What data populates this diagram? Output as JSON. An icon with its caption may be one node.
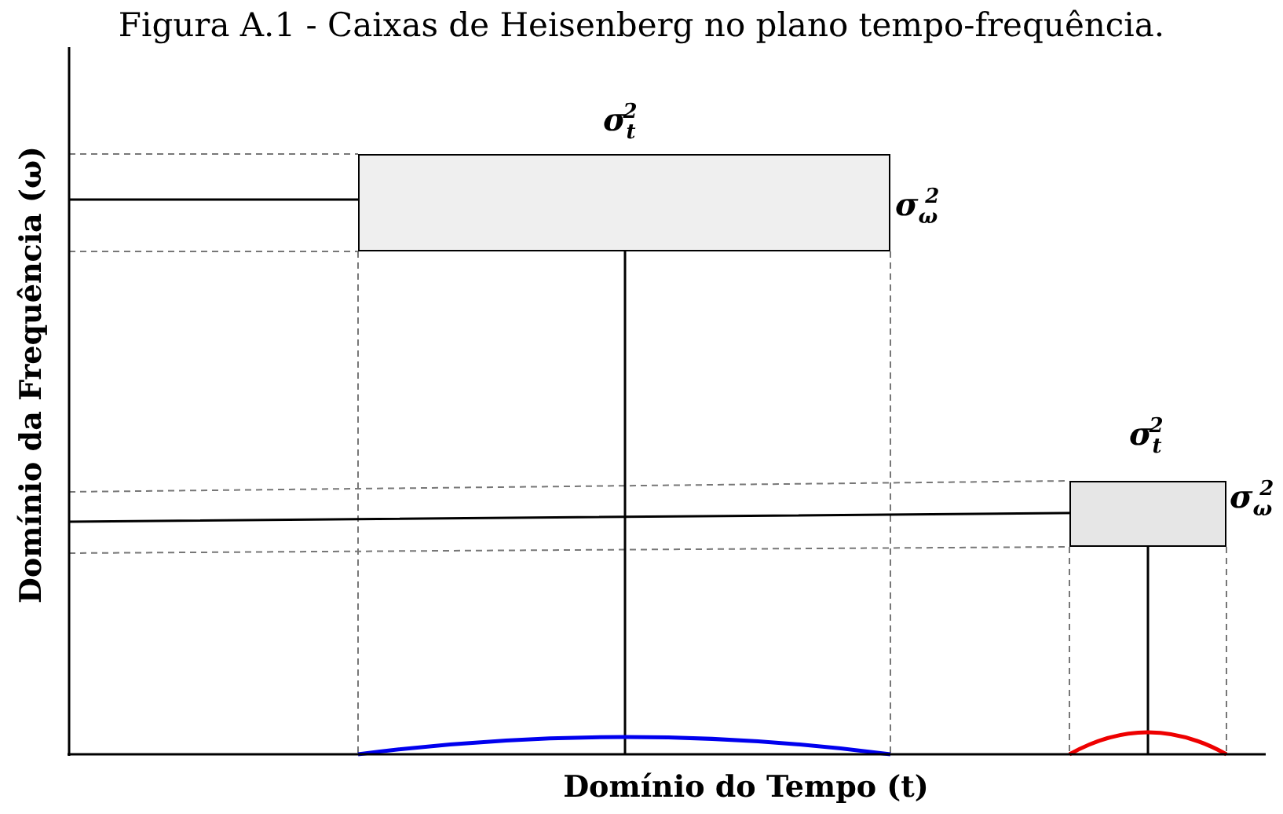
{
  "diagram": {
    "title": "Figura A.1 - Caixas de Heisenberg no plano tempo-frequência.",
    "nodes": [
      {
        "text": [],
        "shape": "box",
        "beside": [
          "σ$_{t}$$^{2}$",
          "σ$_{ω}$$^{2}$"
        ]
      },
      {
        "text": [],
        "shape": "box",
        "beside": [
          "σ$_{t}$$^{2}$",
          "σ$_{ω}$$^{2}$"
        ]
      }
    ],
    "labels": [
      "Domínio da Frequência (ω)",
      "Domínio do Tempo (t)"
    ]
  }
}
